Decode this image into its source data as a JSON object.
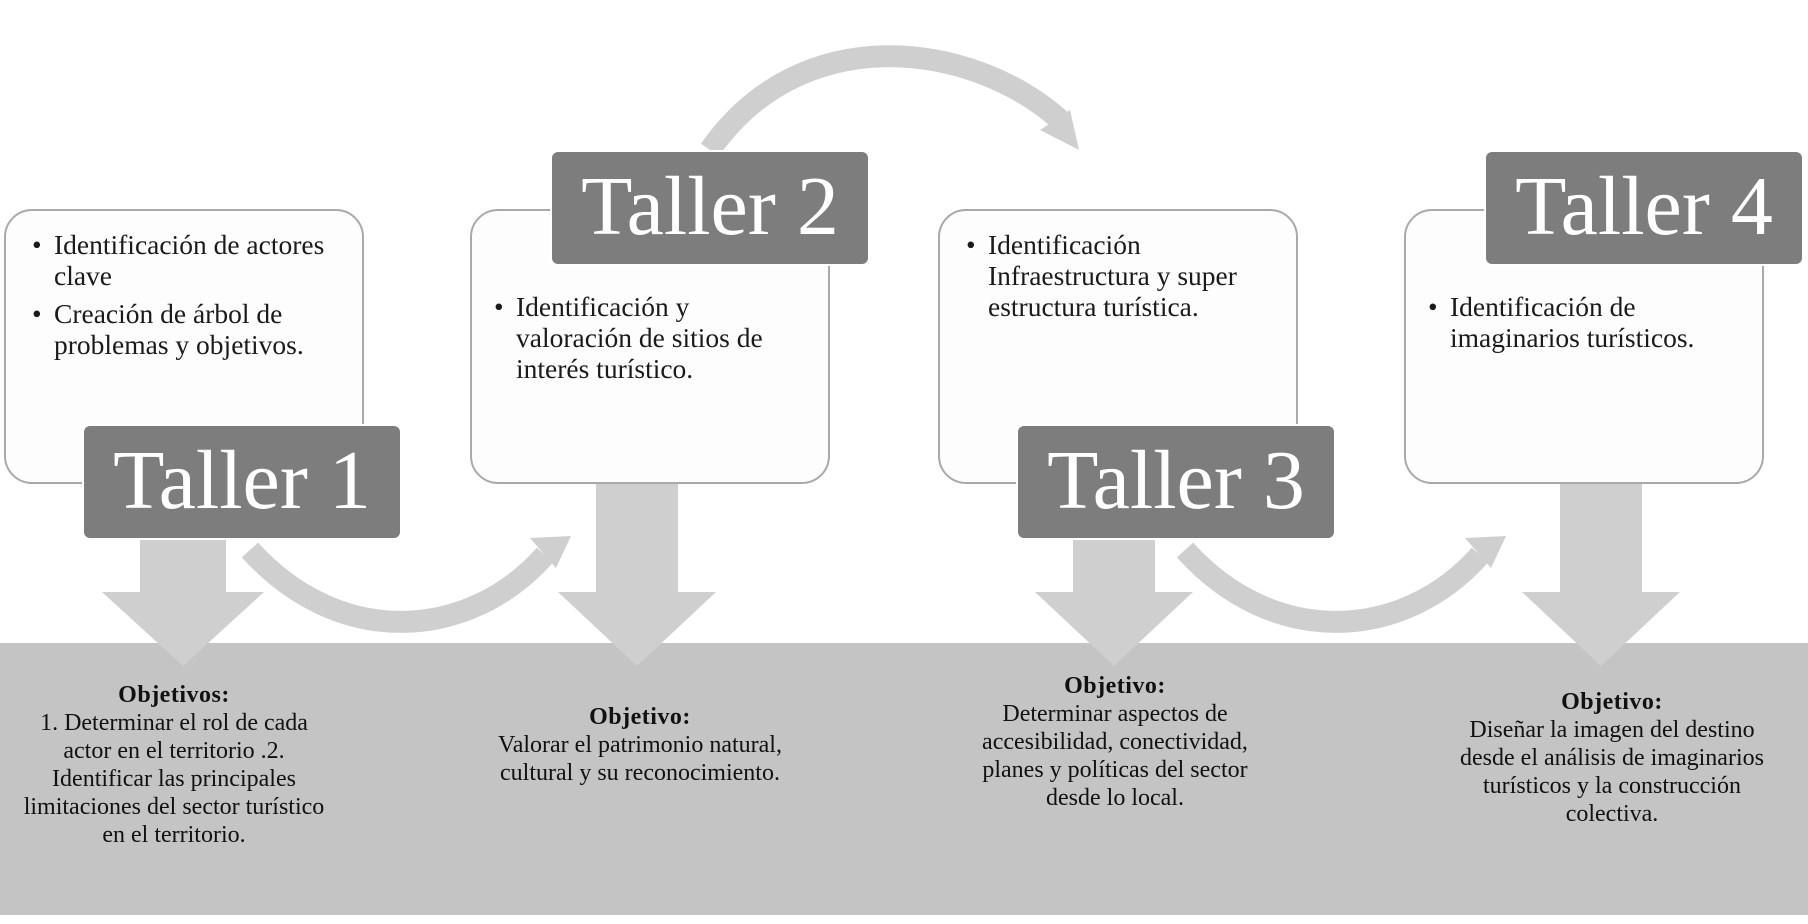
{
  "workshops": [
    {
      "title": "Taller 1",
      "bullets": [
        "Identificación de actores clave",
        "Creación de árbol de problemas y objetivos."
      ],
      "objective_heading": "Objetivos:",
      "objective_text": "1. Determinar el rol de cada actor en el territorio .2. Identificar las principales limitaciones del sector turístico en el territorio."
    },
    {
      "title": "Taller 2",
      "bullets": [
        "Identificación y valoración de sitios de interés turístico."
      ],
      "objective_heading": "Objetivo:",
      "objective_text": "Valorar el patrimonio natural, cultural y su reconocimiento."
    },
    {
      "title": "Taller 3",
      "bullets": [
        "Identificación Infraestructura y super estructura turística."
      ],
      "objective_heading": "Objetivo:",
      "objective_text": "Determinar aspectos de accesibilidad, conectividad, planes y políticas del sector desde lo local."
    },
    {
      "title": "Taller 4",
      "bullets": [
        "Identificación de imaginarios turísticos."
      ],
      "objective_heading": "Objetivo:",
      "objective_text": "Diseñar la imagen del destino desde el análisis de imaginarios turísticos y la construcción colectiva."
    }
  ],
  "colors": {
    "band": "#c4c4c4",
    "arrow": "#cfcfcf",
    "tag_fill": "#7d7d7d",
    "box_border": "#a9a9a9"
  }
}
